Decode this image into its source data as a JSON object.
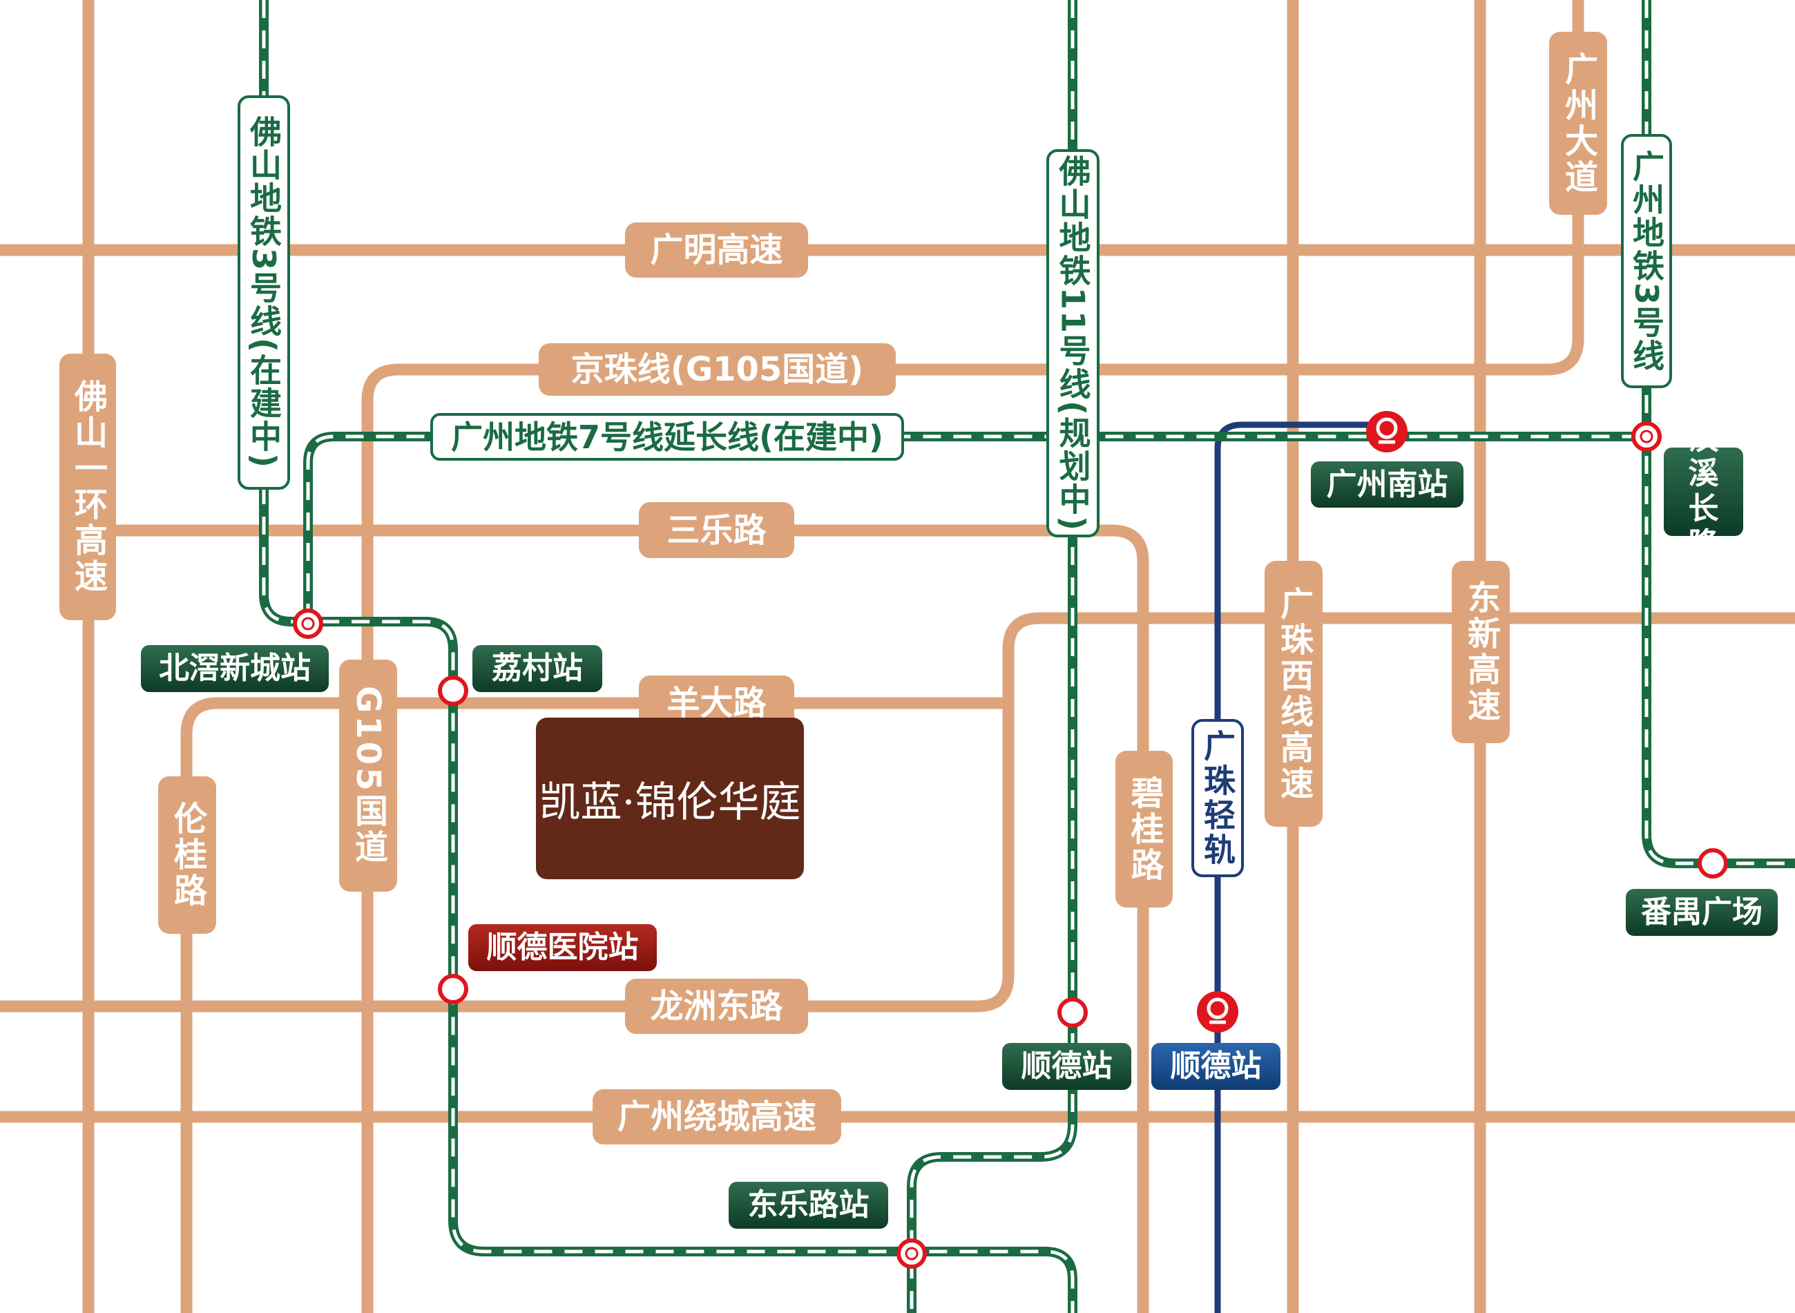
{
  "project": {
    "name": "凯蓝·锦伦华庭"
  },
  "roads": {
    "guangming": "广明高速",
    "jingzhu": "京珠线(G105国道)",
    "sanle": "三乐路",
    "yangda": "羊大路",
    "longzhou": "龙洲东路",
    "guangzhou_ring": "广州绕城高速",
    "foshan_ring": "佛山一环高速",
    "g105": "G105国道",
    "lungui": "伦桂路",
    "bigui": "碧桂路",
    "guangzhu_west": "广珠西线高速",
    "dongxin": "东新高速",
    "guangzhou_avenue": "广州大道"
  },
  "metro_lines": {
    "foshan_3": "佛山地铁3号线(在建中)",
    "foshan_11": "佛山地铁11号线(规划中)",
    "guangzhou_7_ext": "广州地铁7号线延长线(在建中)",
    "guangzhou_3": "广州地铁3号线"
  },
  "rail": {
    "guangzhu_light_rail": "广珠轻轨"
  },
  "stations": {
    "beijiao": "北滘新城站",
    "licun": "荔村站",
    "shunde_hospital": "顺德医院站",
    "shunde_metro": "顺德站",
    "shunde_rail": "顺德站",
    "guangzhou_south": "广州南站",
    "hanxi": "汉溪长隆",
    "panyu": "番禺广场",
    "dongle": "东乐路站"
  },
  "colors": {
    "road": "#dda47b",
    "metro": "#1a6b43",
    "light_rail": "#1f3b78",
    "station_ring": "#e0151d",
    "project": "#622919",
    "hospital_station": "#9b1c14"
  }
}
